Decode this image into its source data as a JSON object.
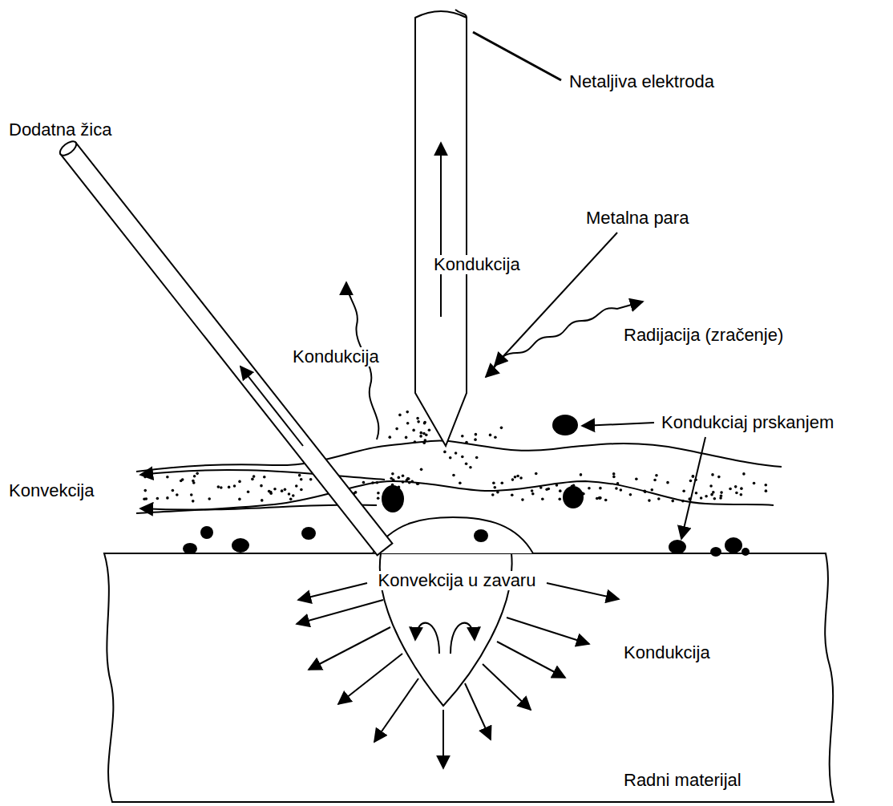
{
  "diagram": {
    "labels": [
      "Netaljiva elektroda",
      "Metalna para",
      "Kondukcija",
      "Dodatna žica",
      "Radijacija (zračenje)",
      "Kondukcija",
      "Kondukciaj prskanjem",
      "Konvekcija",
      "Konvekcija u zavaru",
      "Kondukcija",
      "Radni materijal"
    ]
  }
}
